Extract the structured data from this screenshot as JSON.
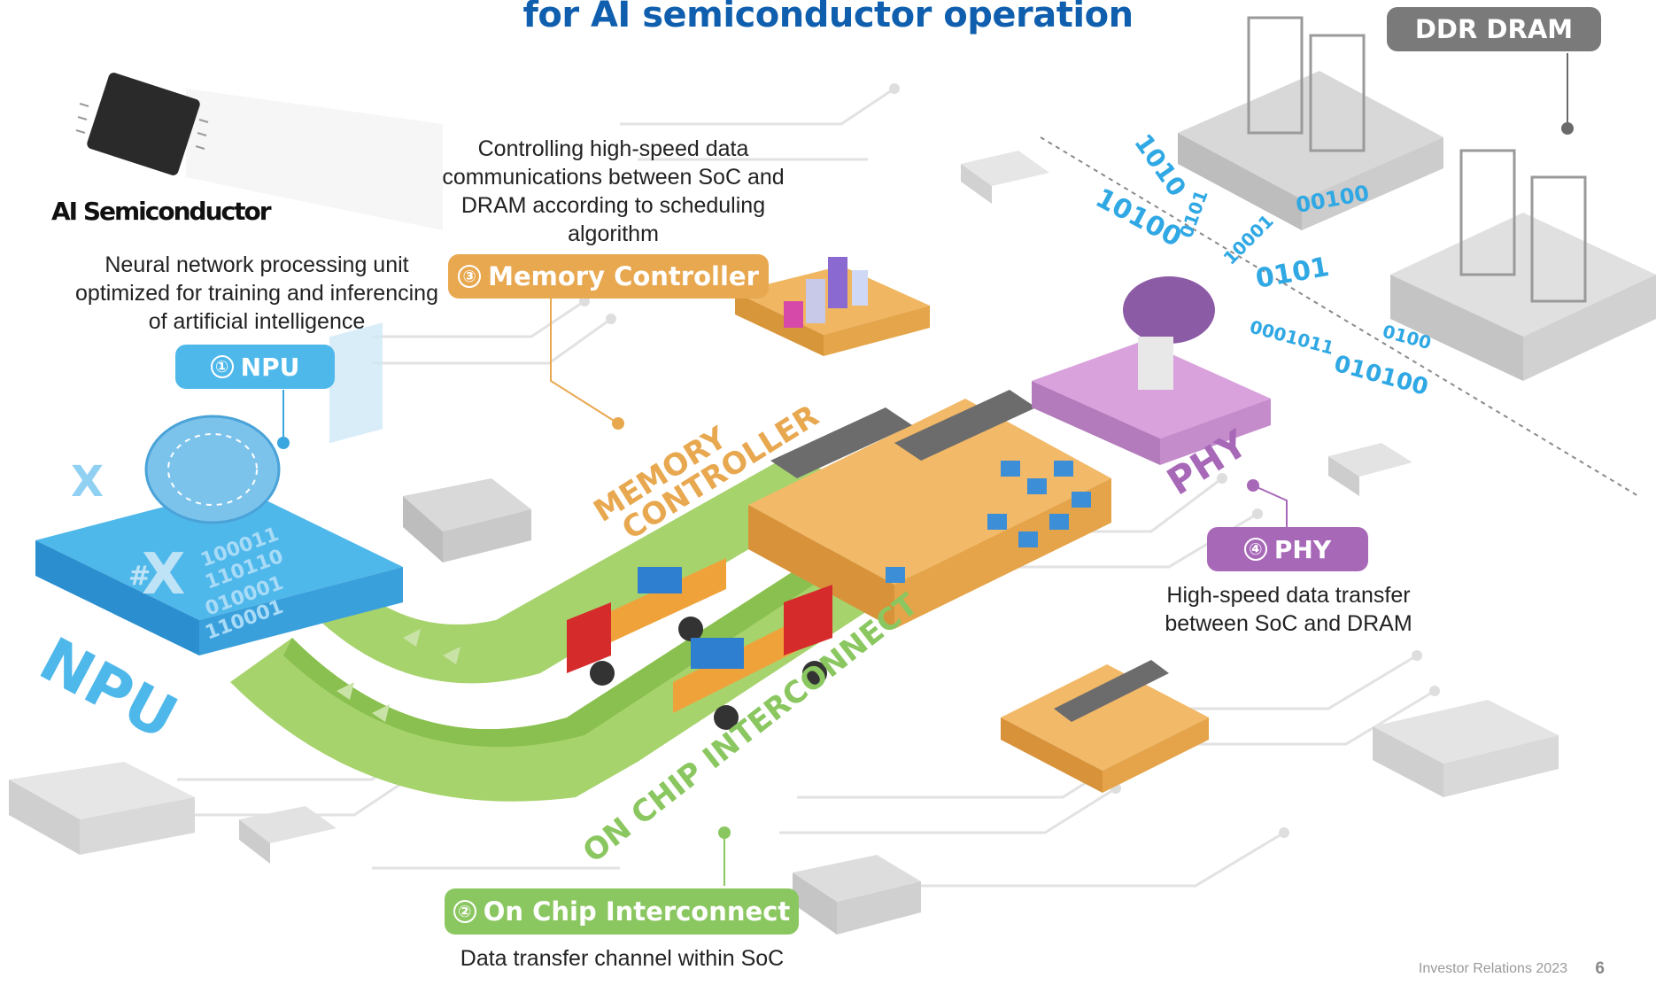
{
  "title": "for AI semiconductor operation",
  "ai_semiconductor": {
    "label": "AI Semiconductor",
    "description": [
      "Neural network processing unit",
      "optimized for training and inferencing",
      "of artificial intelligence"
    ]
  },
  "memory_controller_description": [
    "Controlling high-speed data",
    "communications between SoC and",
    "DRAM according to scheduling",
    "algorithm"
  ],
  "badges": {
    "npu": {
      "num": "①",
      "label": "NPU"
    },
    "interconnect": {
      "num": "②",
      "label": "On Chip Interconnect"
    },
    "memory_controller": {
      "num": "③",
      "label": "Memory Controller"
    },
    "phy": {
      "num": "④",
      "label": "PHY"
    },
    "ddr": {
      "label": "DDR DRAM"
    }
  },
  "interconnect_description": "Data transfer channel within SoC",
  "phy_description": [
    "High-speed data transfer",
    "between SoC and DRAM"
  ],
  "isometric_labels": {
    "npu": "NPU",
    "memory_controller": [
      "MEMORY",
      "CONTROLLER"
    ],
    "phy": "PHY",
    "interconnect": "ON CHIP INTERCONNECT"
  },
  "binary_strings": [
    "1010",
    "10100",
    "0101",
    "00100",
    "10001",
    "0101",
    "0001011",
    "0100",
    "010100",
    "100011",
    "110110",
    "010001",
    "110001"
  ],
  "footer": {
    "text": "Investor Relations 2023",
    "page": "6"
  },
  "colors": {
    "title": "#0f5fae",
    "npu": "#3aa6e0",
    "interconnect": "#8bc760",
    "memory_controller": "#e8a850",
    "phy": "#a868b8",
    "ddr": "#7a7a7a"
  }
}
